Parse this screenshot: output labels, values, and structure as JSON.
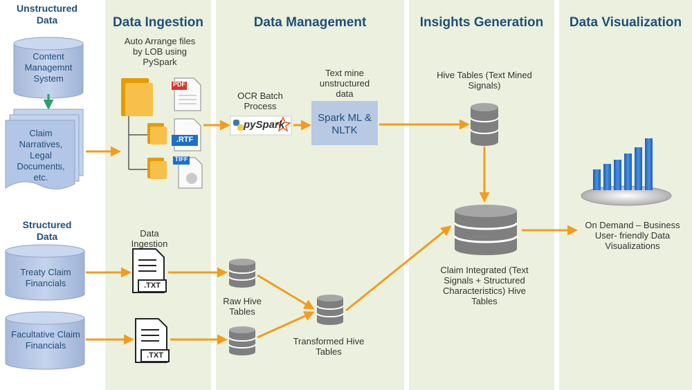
{
  "source": {
    "unstructured_heading": "Unstructured Data",
    "structured_heading": "Structured Data",
    "cms_label": "Content Managemnt System",
    "narratives_label": "Claim Narratives, Legal Documents, etc.",
    "treaty_label": "Treaty Claim Financials",
    "facultative_label": "Facultative Claim Financials"
  },
  "columns": {
    "ingestion": "Data Ingestion",
    "management": "Data Management",
    "insights": "Insights Generation",
    "visualization": "Data Visualization"
  },
  "ingestion": {
    "auto_arrange": "Auto Arrange files by LOB using PySpark",
    "data_ingestion": "Data Ingestion",
    "pdf_tag": "PDF",
    "rtf_tag": ".RTF",
    "tiff_tag": "TIFF",
    "txt_tag_1": ".TXT",
    "txt_tag_2": ".TXT"
  },
  "management": {
    "ocr": "OCR Batch Process",
    "pyspark_logo": "pySpark",
    "text_mine": "Text mine unstructured data",
    "spark_ml": "Spark ML & NLTK",
    "raw_hive": "Raw Hive Tables",
    "transformed_hive": "Transformed Hive Tables"
  },
  "insights": {
    "hive_tables": "Hive Tables (Text Mined Signals)",
    "claim_integrated": "Claim Integrated (Text Signals + Structured Characteristics) Hive Tables"
  },
  "visualization": {
    "on_demand": "On Demand – Business User- friendly Data Visualizations"
  },
  "colors": {
    "band": "#ebf1de",
    "arrow": "#f39c1c",
    "heading": "#1f4e79",
    "cylinder_blue": "#b3c6e7",
    "cylinder_gray": "#7f7f7f"
  }
}
